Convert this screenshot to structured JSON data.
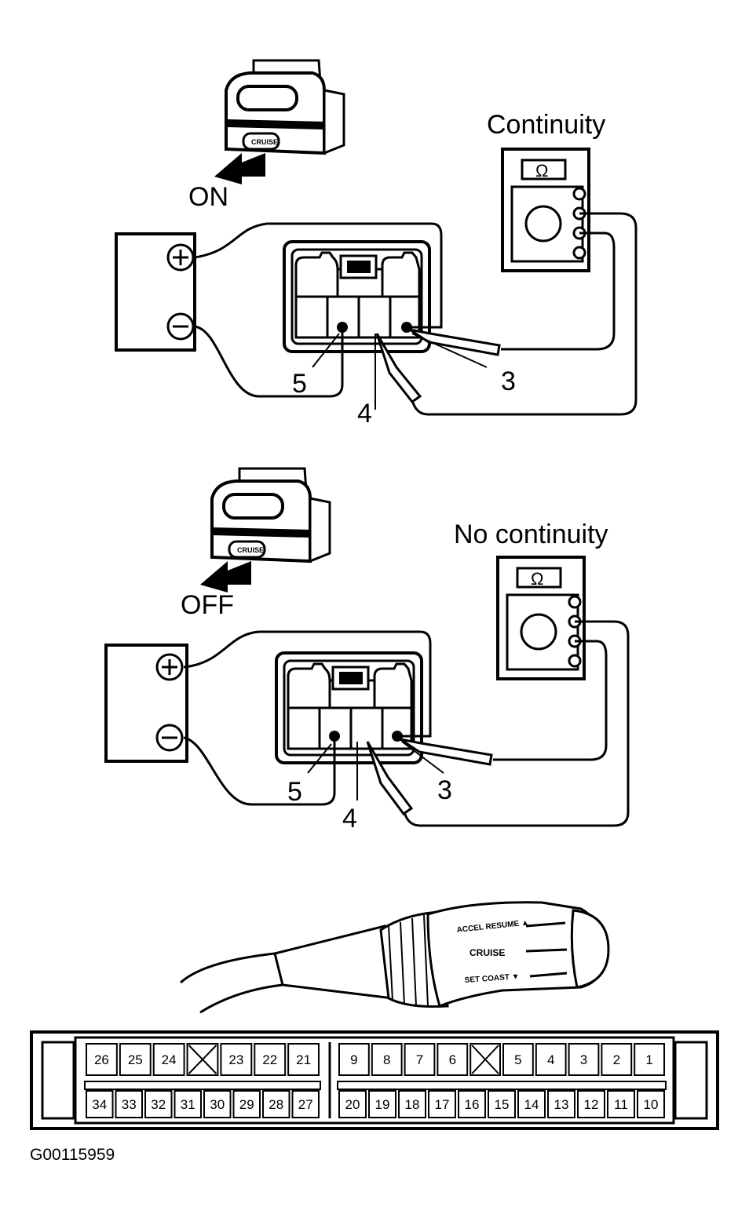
{
  "diagram_id": "G00115959",
  "panels": [
    {
      "switch_state": "ON",
      "meter_result": "Continuity",
      "terminals": [
        "5",
        "4",
        "3"
      ],
      "meter_symbol": "Ω",
      "switch_text": "CRUISE"
    },
    {
      "switch_state": "OFF",
      "meter_result": "No continuity",
      "terminals": [
        "5",
        "4",
        "3"
      ],
      "meter_symbol": "Ω",
      "switch_text": "CRUISE"
    }
  ],
  "lever": {
    "accel_resume": "ACCEL RESUME ▲",
    "cruise": "CRUISE",
    "set_coast": "SET COAST ▼"
  },
  "connector": {
    "top_row_left": [
      "26",
      "25",
      "24",
      "",
      "23",
      "22",
      "21"
    ],
    "top_row_right": [
      "9",
      "8",
      "7",
      "6",
      "",
      "5",
      "4",
      "3",
      "2",
      "1"
    ],
    "bottom_row_left": [
      "34",
      "33",
      "32",
      "31",
      "30",
      "29",
      "28",
      "27"
    ],
    "bottom_row_right": [
      "20",
      "19",
      "18",
      "17",
      "16",
      "15",
      "14",
      "13",
      "12",
      "11",
      "10"
    ]
  }
}
